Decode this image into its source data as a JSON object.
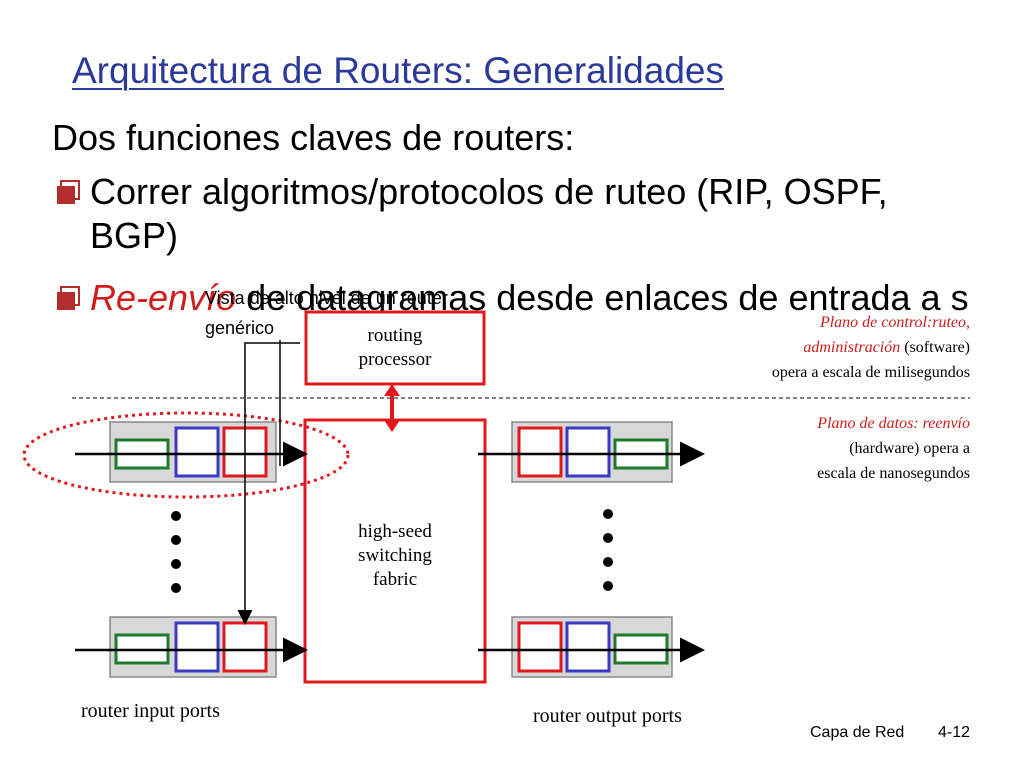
{
  "slide": {
    "title": "Arquitectura de Routers: Generalidades",
    "intro": "Dos funciones claves de routers:",
    "bullets": [
      {
        "text": "Correr algoritmos/protocolos de ruteo (RIP, OSPF, BGP)"
      },
      {
        "text_italic": "Re-envío",
        "text_rest": " de datagramas desde enlaces de entrada a s"
      }
    ],
    "callout_line1": "Vista de alto nivel de un router",
    "callout_line2": "genérico"
  },
  "diagram": {
    "routing_processor": {
      "line1": "routing",
      "line2": "processor"
    },
    "switching_fabric": {
      "line1": "high-seed",
      "line2": "switching",
      "line3": "fabric"
    },
    "control_plane": {
      "line1_italic": "Plano de control:ruteo,",
      "line2_italic": "administración",
      "line2_rest": " (software)",
      "line3": "opera a escala de milisegundos"
    },
    "data_plane": {
      "line1_italic": "Plano de datos: reenvío",
      "line2": "(hardware) opera a",
      "line3": "escala de nanosegundos"
    },
    "input_ports_label": "router input ports",
    "output_ports_label": "router output ports"
  },
  "footer": {
    "section": "Capa de Red",
    "page": "4-12"
  },
  "colors": {
    "title": "#2b3a9a",
    "red": "#e0191f",
    "blue": "#3a3ac4",
    "green": "#1f7a2e",
    "port_fill": "#d8d8d8"
  }
}
